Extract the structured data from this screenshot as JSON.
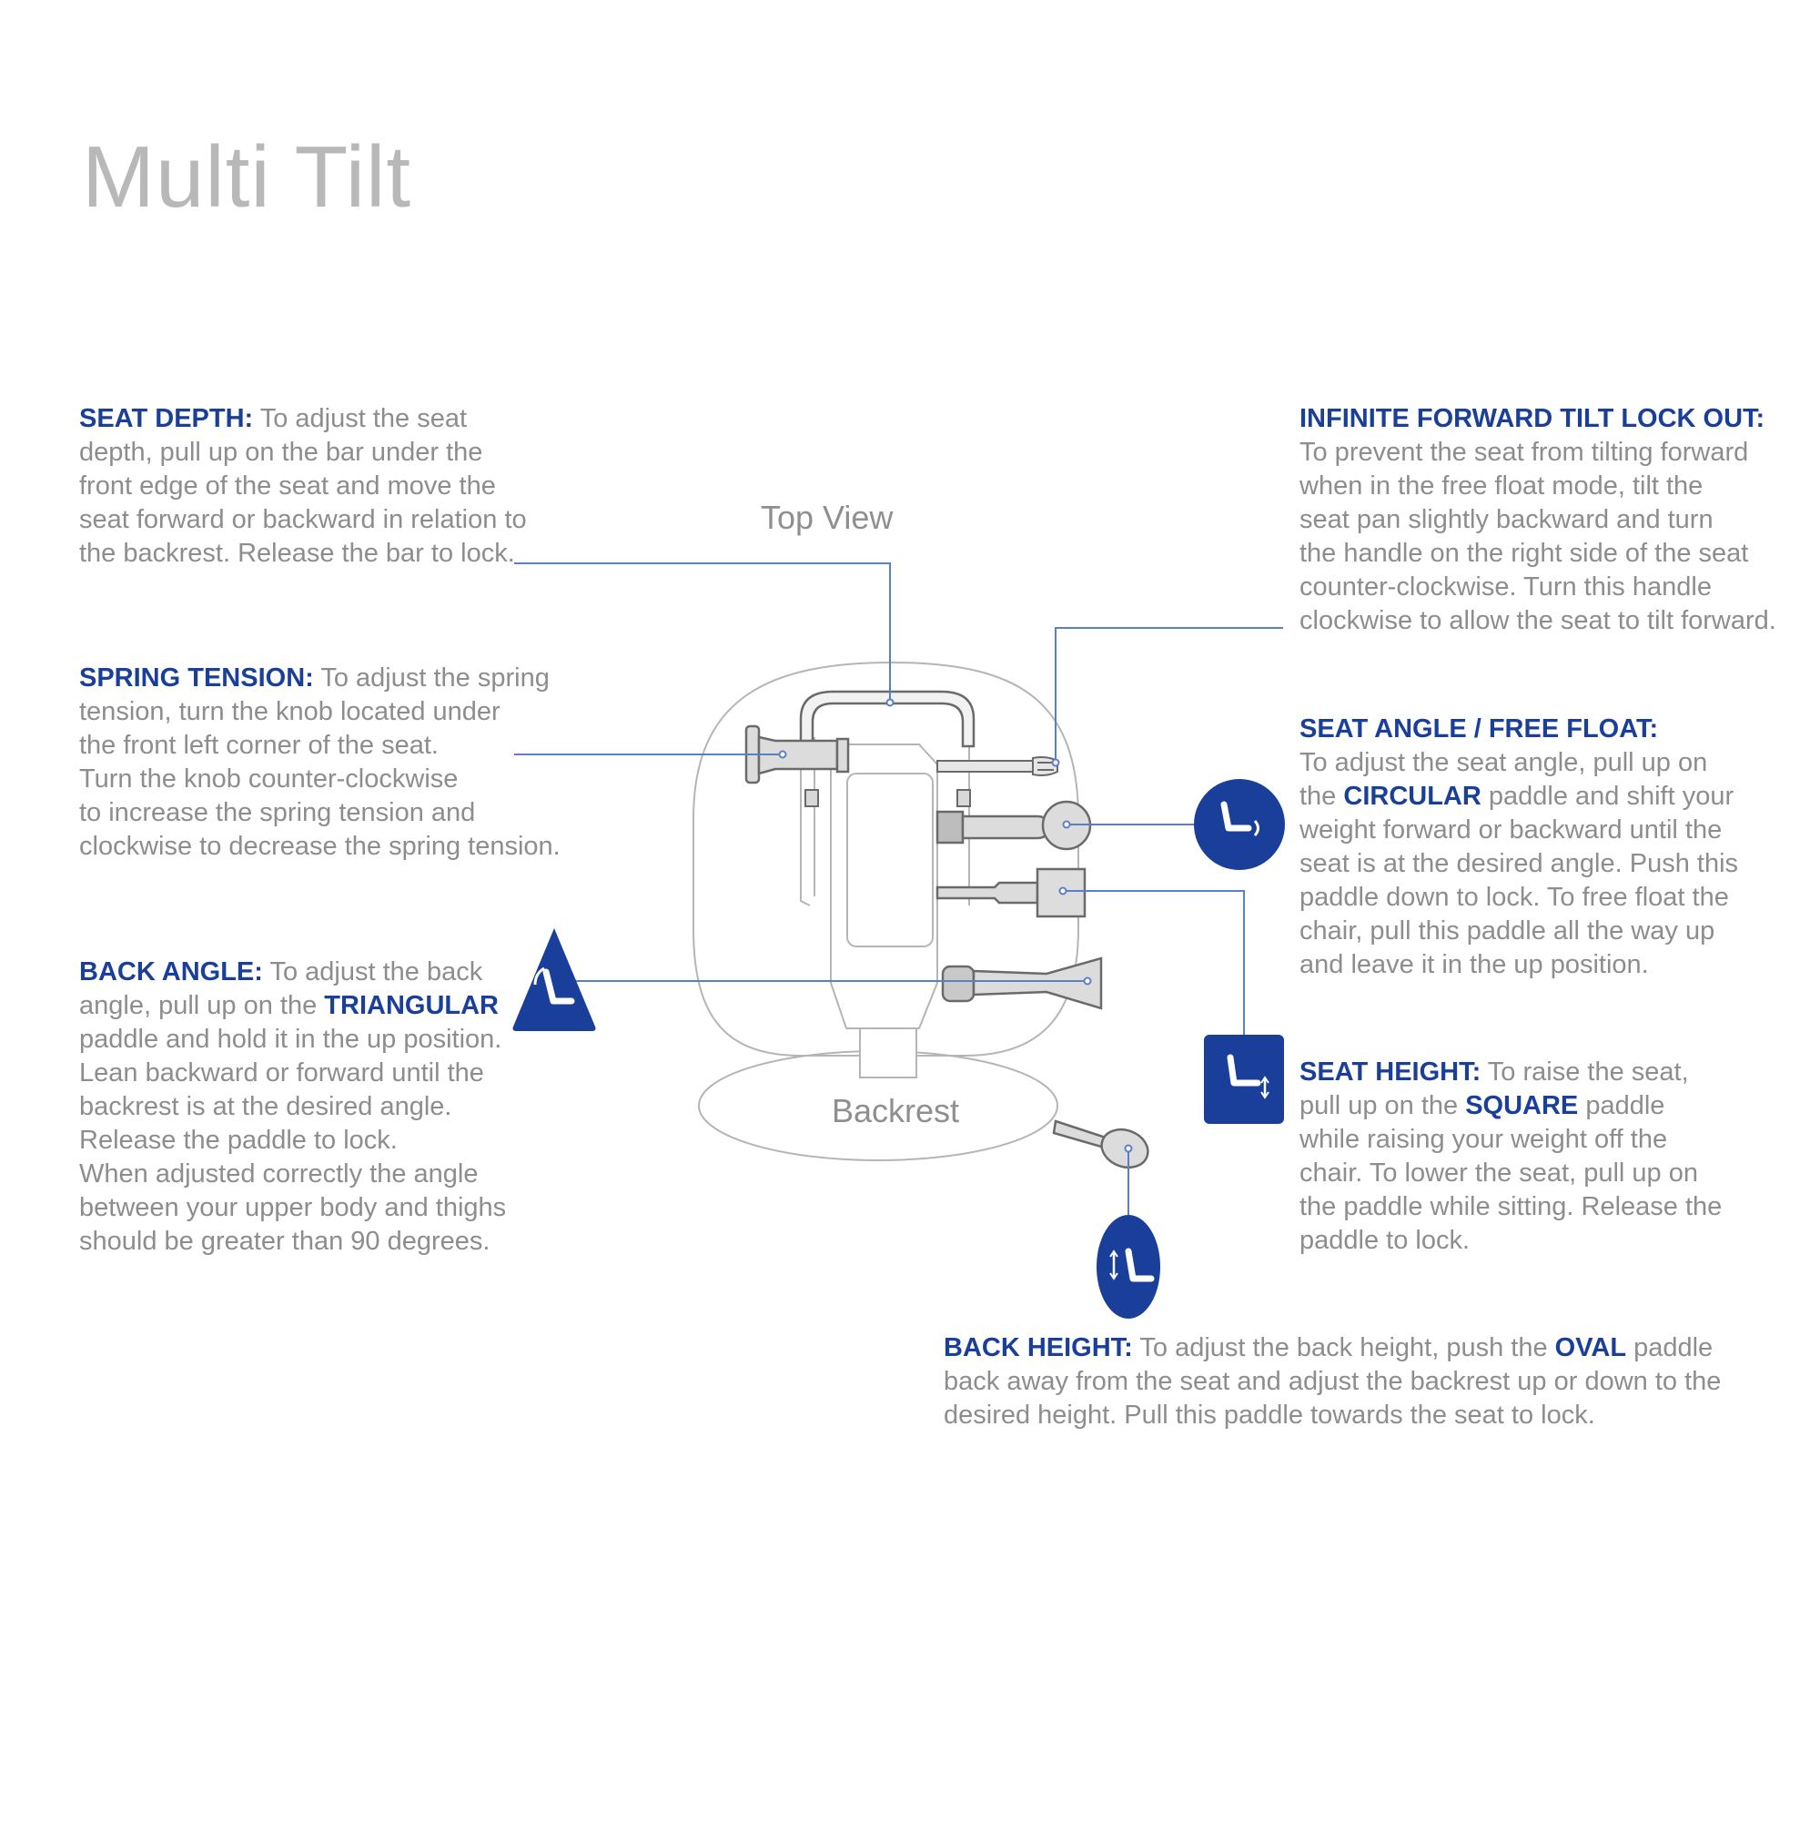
{
  "title": "Multi Tilt",
  "diagram": {
    "top_view_label": "Top View",
    "backrest_label": "Backrest",
    "accent_color": "#1a3f9a",
    "line_color": "#5b7fc7"
  },
  "seat_depth": {
    "heading": "SEAT DEPTH:",
    "lines": [
      " To adjust the seat",
      "depth, pull up on the bar under the",
      "front edge of the seat and move the",
      "seat forward or backward in relation to",
      "the backrest. Release the bar to lock."
    ]
  },
  "spring_tension": {
    "heading": "SPRING TENSION:",
    "lines": [
      " To adjust the spring",
      "tension, turn the knob located under",
      "the front left corner of the seat.",
      "Turn the knob counter-clockwise",
      "to increase the spring tension and",
      "clockwise to decrease the spring tension."
    ]
  },
  "back_angle": {
    "heading": "BACK ANGLE:",
    "line1": " To adjust the back",
    "line2_pre": "angle, pull up on the ",
    "keyword": "TRIANGULAR",
    "lines": [
      "paddle and hold it in the up position.",
      "Lean backward or forward until the",
      "backrest is at the desired angle.",
      "Release the paddle to lock.",
      "When adjusted correctly the angle",
      "between your upper body and thighs",
      "should be greater than 90 degrees."
    ],
    "icon": "triangular-paddle-icon"
  },
  "forward_tilt": {
    "heading": "INFINITE FORWARD TILT LOCK OUT:",
    "lines": [
      "To prevent the seat from tilting forward",
      "when in the free float mode, tilt the",
      "seat pan slightly backward and turn",
      "the handle on the right side of the seat",
      "counter-clockwise. Turn this handle",
      "clockwise to allow the seat to tilt forward."
    ]
  },
  "seat_angle": {
    "heading": "SEAT ANGLE / FREE FLOAT:",
    "line1": "To adjust the seat angle, pull up on",
    "line2_pre": "the ",
    "keyword": "CIRCULAR",
    "line2_post": " paddle and shift your",
    "lines": [
      "weight forward or backward until the",
      "seat is at the desired angle. Push this",
      "paddle down to lock. To free float the",
      "chair, pull this paddle all the way up",
      "and leave it in the up position."
    ],
    "icon": "circular-paddle-icon"
  },
  "seat_height": {
    "heading": "SEAT HEIGHT:",
    "line1": " To raise the seat,",
    "line2_pre": "pull up on the ",
    "keyword": "SQUARE",
    "line2_post": " paddle",
    "lines": [
      "while raising your weight off the",
      "chair. To lower the seat, pull up on",
      "the paddle while sitting. Release the",
      "paddle to lock."
    ],
    "icon": "square-paddle-icon"
  },
  "back_height": {
    "heading": "BACK HEIGHT:",
    "line1_pre": " To adjust the back height, push the ",
    "keyword": "OVAL",
    "line1_post": " paddle",
    "lines": [
      "back away from the seat and adjust the backrest up or down to the",
      "desired height. Pull this paddle towards the seat to lock."
    ],
    "icon": "oval-paddle-icon"
  }
}
